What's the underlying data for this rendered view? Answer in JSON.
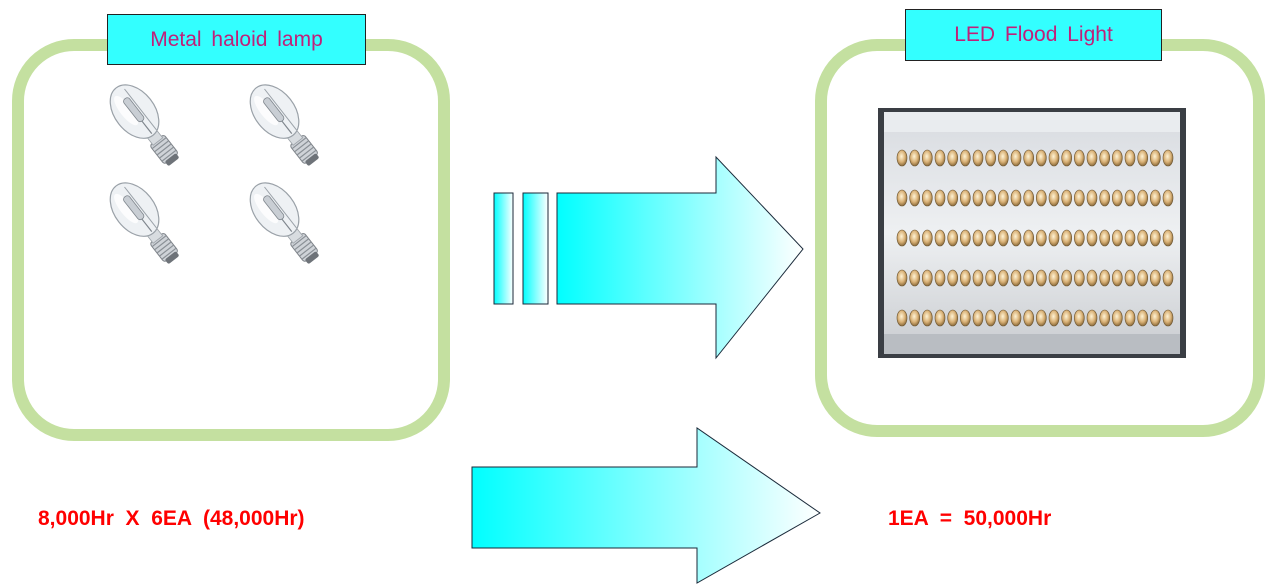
{
  "left_panel": {
    "label": "Metal  haloid  lamp",
    "lamp_count": 4
  },
  "right_panel": {
    "label": "LED  Flood  Light",
    "led_rows": 5,
    "leds_per_row": 22
  },
  "captions": {
    "left": "8,000Hr  X  6EA  (48,000Hr)",
    "right": "1EA  =  50,000Hr"
  },
  "colors": {
    "frame": "#c4e0a0",
    "label_fill": "#33ffff",
    "label_text": "#c0207a",
    "caption_text": "#ff0000",
    "arrow_start": "#00ffff",
    "arrow_end": "#ffffff"
  },
  "icons": {
    "lamp": "metal-halide-bulb-icon",
    "led_panel": "led-flood-panel-icon",
    "arrow": "right-arrow-icon"
  }
}
